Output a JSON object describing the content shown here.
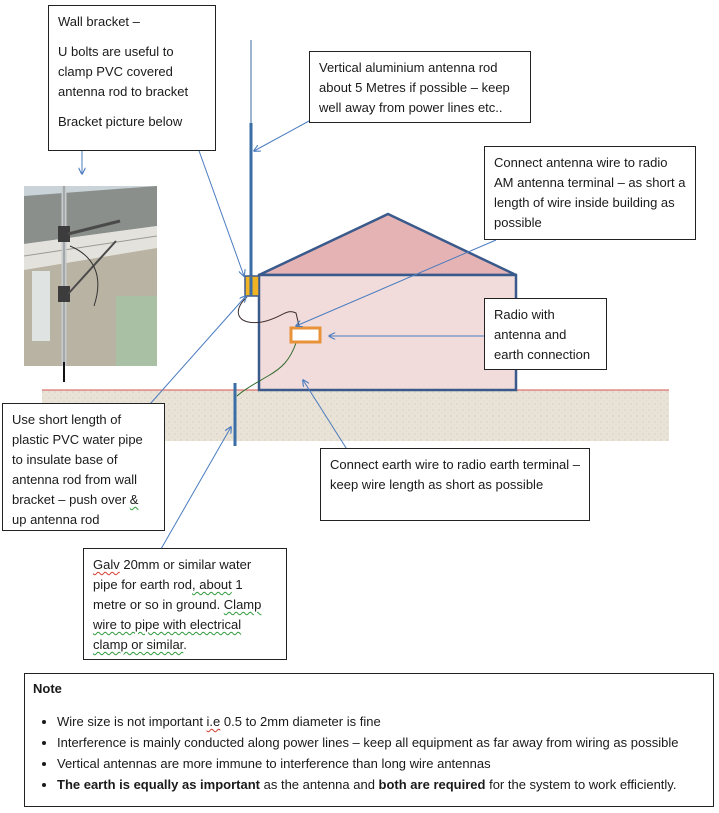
{
  "callouts": {
    "wall_bracket": {
      "line1": "Wall bracket –",
      "line2": "U bolts are useful to clamp PVC covered antenna rod to bracket",
      "line3": "Bracket picture below"
    },
    "antenna_rod": "Vertical aluminium antenna rod about 5 Metres if possible – keep well away from power lines etc..",
    "antenna_wire": "Connect antenna wire to radio AM antenna terminal – as short a length of wire inside building as possible",
    "radio": "Radio with antenna and earth connection",
    "pvc_pipe": {
      "part1": "Use short length of plastic PVC water pipe to insulate base of antenna rod from wall bracket – push over ",
      "part2": "&",
      "part3": " up antenna rod"
    },
    "earth_wire": "Connect earth wire to radio earth terminal – keep wire length as short as possible",
    "earth_rod": {
      "part1": "Galv",
      "part2": " 20mm  or similar water pipe for earth rod",
      "part3": ",  about",
      "part4": " 1 metre or so in ground.  ",
      "part5": "Clamp wire to pipe with electrical clamp or similar",
      "part6": "."
    }
  },
  "note": {
    "title": "Note",
    "bullets": [
      {
        "segments": [
          {
            "text": "Wire size is not important  ",
            "style": "normal"
          },
          {
            "text": "i.e",
            "style": "squig"
          },
          {
            "text": "  0.5 to 2mm diameter is fine",
            "style": "normal"
          }
        ]
      },
      {
        "segments": [
          {
            "text": "Interference is mainly conducted along power lines – keep all equipment as far away from wiring as possible",
            "style": "normal"
          }
        ]
      },
      {
        "segments": [
          {
            "text": "Vertical antennas are more immune to interference than long wire antennas",
            "style": "normal"
          }
        ]
      },
      {
        "segments": [
          {
            "text": "The earth is equally as important",
            "style": "bold"
          },
          {
            "text": " as the antenna and ",
            "style": "normal"
          },
          {
            "text": "both are required",
            "style": "bold"
          },
          {
            "text": " for the system to work efficiently.",
            "style": "normal"
          }
        ]
      }
    ]
  },
  "colors": {
    "roof": "#e6b3b4",
    "wall": "#f2dcdb",
    "outline": "#3a5a8c",
    "ground": "#e9e2d6",
    "ground_line": "#d9534f",
    "rod": "#3a6ea5",
    "radio": "#e8923a",
    "bracket": "#f0b323",
    "arrow": "#4a7cbf"
  }
}
